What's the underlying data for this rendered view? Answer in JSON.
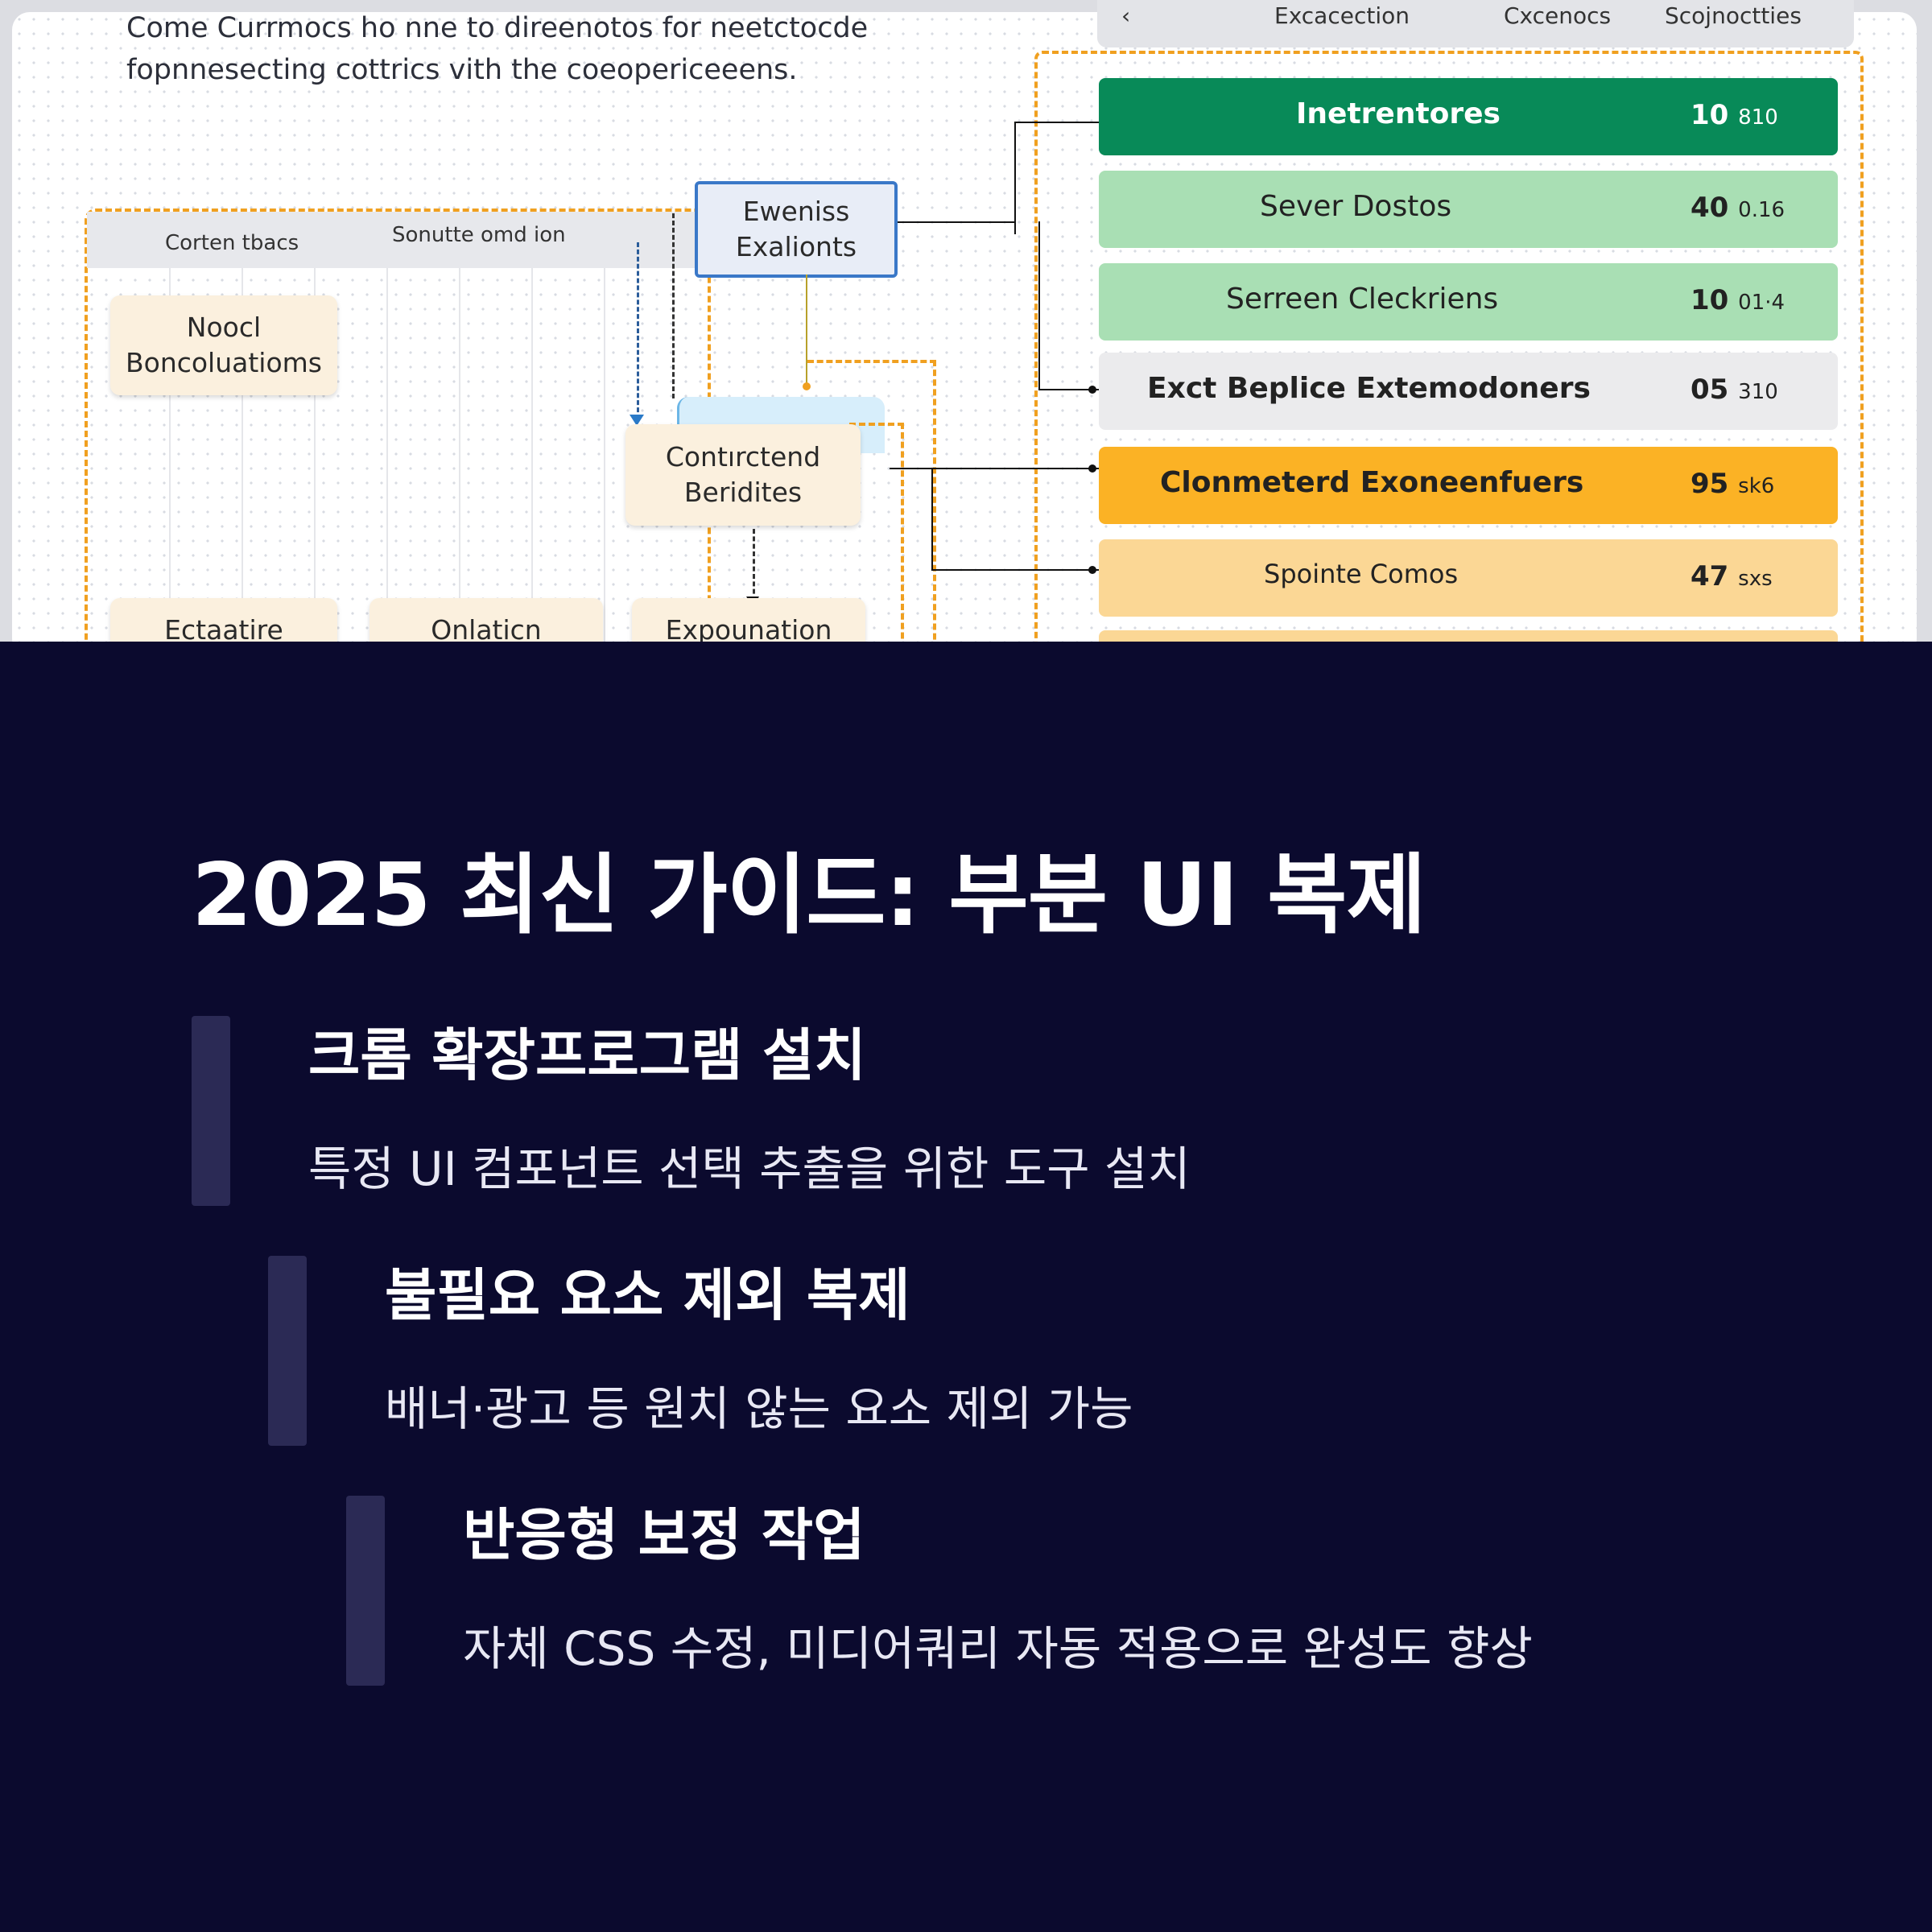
{
  "screenshot": {
    "intro_line1": "Come Currmocs ho nne to direenotos for neetctocde",
    "intro_line2": "fopnnesecting cottrics vith the coeopericeeens.",
    "top_tabs": [
      "Excacection",
      "Cxcenocs",
      "Scojnoctties"
    ],
    "column_headers": [
      "Corten tbacs",
      "Sonutte omd ion"
    ],
    "boxes": {
      "nodel": "Noocl\nBoncoluatioms",
      "events": "Eweniss\nExalionts",
      "contracted": "Contırctend\nBeridites",
      "bottom1": "Ectaatire",
      "bottom2": "Onlaticn",
      "bottom3": "Expounation"
    },
    "rows": [
      {
        "label": "Inetrentores",
        "value": "10",
        "unit": "810",
        "bg": "#088a58"
      },
      {
        "label": "Sever Dostos",
        "value": "40",
        "unit": "0.16",
        "bg": "#a9dfb4"
      },
      {
        "label": "Serreen Cleckriens",
        "value": "10",
        "unit": "01·4",
        "bg": "#a9dfb4"
      },
      {
        "label": "Exct Beplice Extemodoners",
        "value": "05",
        "unit": "310",
        "bg": "#ebebed"
      },
      {
        "label": "Clonmeterd Exoneenfuers",
        "value": "95",
        "unit": "sk6",
        "bg": "#fbb225"
      },
      {
        "label": "Spointe Comos",
        "value": "47",
        "unit": "sxs",
        "bg": "#fbd795"
      }
    ]
  },
  "slide": {
    "title": "2025 최신 가이드: 부분 UI 복제",
    "items": [
      {
        "title": "크롬 확장프로그램 설치",
        "desc": "특정 UI 컴포넌트 선택 추출을 위한 도구 설치"
      },
      {
        "title": "불필요 요소 제외 복제",
        "desc": "배너·광고 등 원치 않는 요소 제외 가능"
      },
      {
        "title": "반응형 보정 작업",
        "desc": "자체 CSS 수정, 미디어쿼리 자동 적용으로 완성도 향상"
      }
    ]
  },
  "colors": {
    "slide_background": "#0b0a2e",
    "accent_orange": "#f0a020",
    "accent_green": "#088a58",
    "accent_blue": "#3a78c8"
  }
}
